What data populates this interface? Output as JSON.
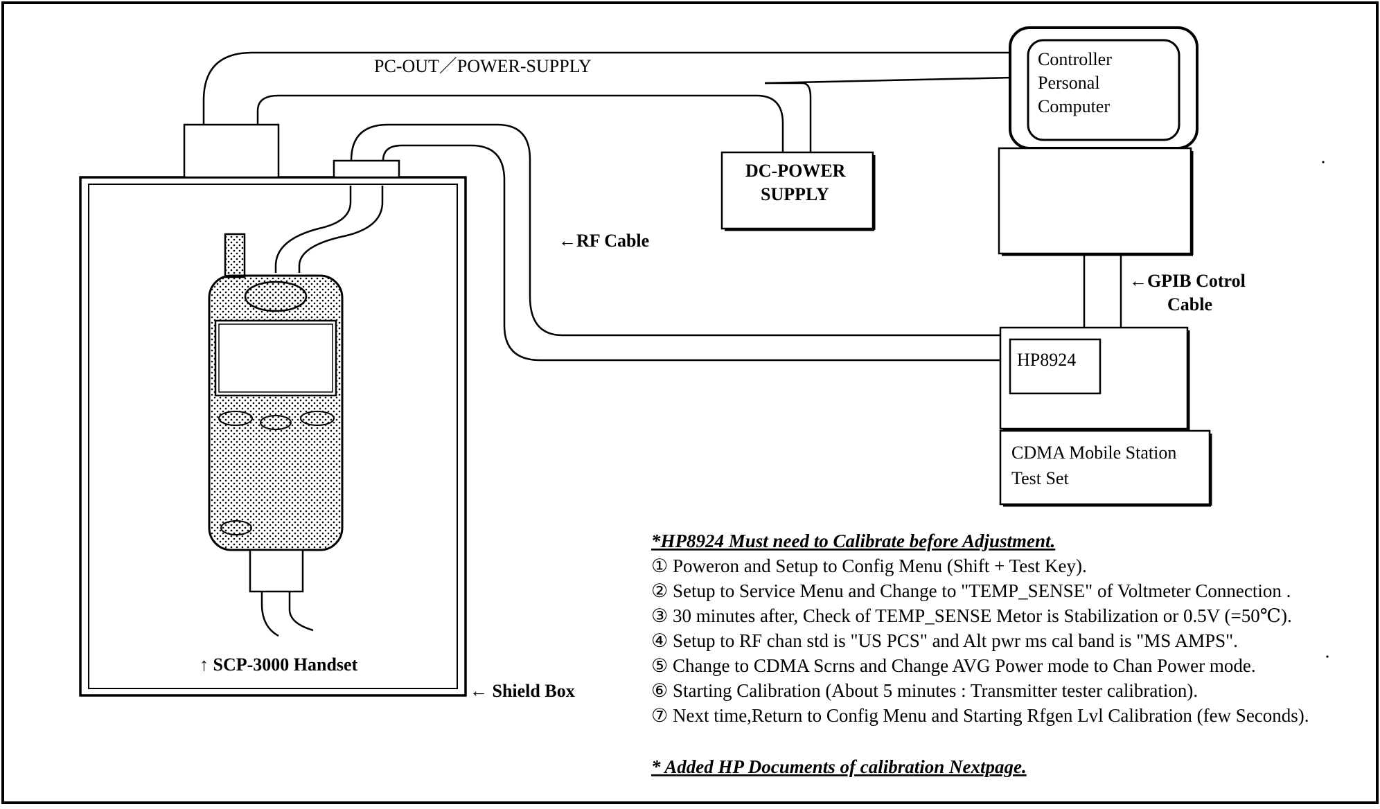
{
  "labels": {
    "pc_out_power_supply": "PC-OUT／POWER-SUPPLY",
    "controller_line1": "Controller",
    "controller_line2": "Personal",
    "controller_line3": "Computer",
    "dc_power_line1": "DC-POWER",
    "dc_power_line2": "SUPPLY",
    "rf_cable": "←RF Cable",
    "gpib_line1": "←GPIB Cotrol",
    "gpib_line2": "Cable",
    "hp8924": "HP8924",
    "cdma_line1": "CDMA Mobile Station",
    "cdma_line2": "Test Set",
    "handset": "↑ SCP-3000 Handset",
    "shield_box": "← Shield Box"
  },
  "notes": {
    "heading": "*HP8924 Must need to Calibrate before Adjustment.",
    "steps": [
      "① Poweron and Setup to Config Menu (Shift + Test Key).",
      "② Setup to Service Menu and Change to \"TEMP_SENSE\" of Voltmeter Connection .",
      "③ 30 minutes after, Check of TEMP_SENSE Metor is Stabilization or 0.5V (=50℃).",
      "④ Setup to RF chan std is \"US PCS\" and Alt pwr ms cal band is \"MS AMPS\".",
      "⑤ Change to CDMA Scrns and Change AVG Power mode to Chan Power mode.",
      "⑥ Starting Calibration (About 5 minutes : Transmitter tester calibration).",
      "⑦ Next time,Return to Config Menu and Starting Rfgen Lvl Calibration (few Seconds)."
    ],
    "footer": "* Added HP Documents of calibration Nextpage."
  }
}
